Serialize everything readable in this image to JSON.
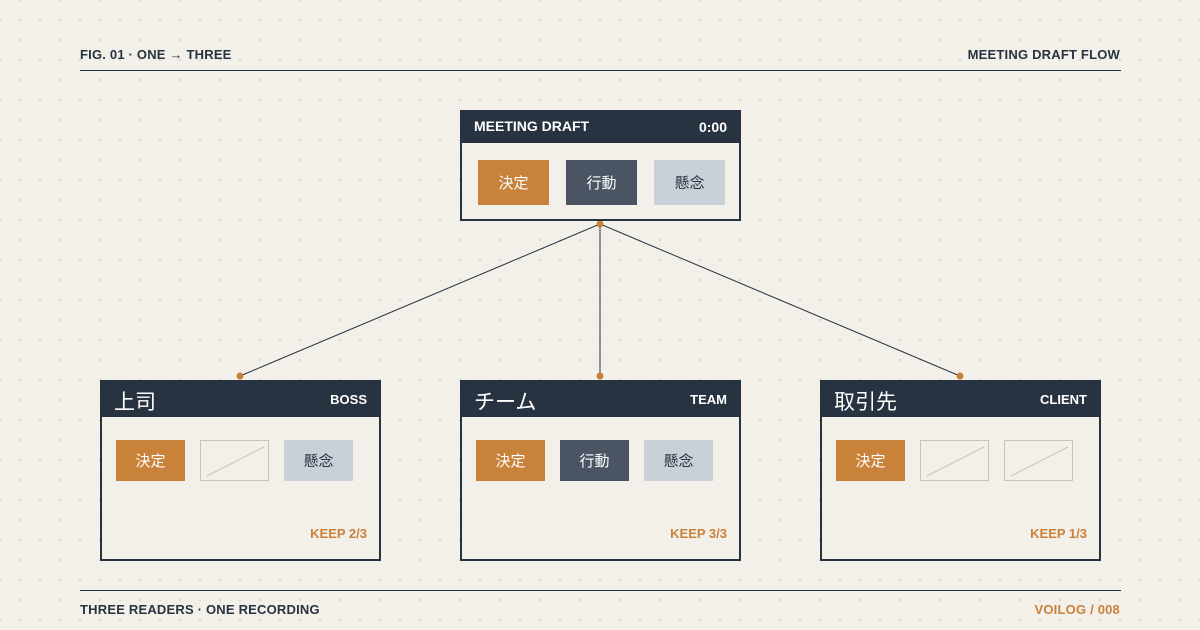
{
  "header": {
    "left": "FIG. 01 · ONE → THREE",
    "right": "MEETING DRAFT FLOW"
  },
  "footer": {
    "left": "THREE READERS · ONE RECORDING",
    "right": "VOILOG / 008"
  },
  "source": {
    "title": "MEETING DRAFT",
    "time": "0:00",
    "chips": [
      "決定",
      "行動",
      "懸念"
    ]
  },
  "readers": [
    {
      "title": "上司",
      "tag": "BOSS",
      "chips": [
        "決定",
        "",
        "懸念"
      ],
      "keep": "KEEP 2/3"
    },
    {
      "title": "チーム",
      "tag": "TEAM",
      "chips": [
        "決定",
        "行動",
        "懸念"
      ],
      "keep": "KEEP 3/3"
    },
    {
      "title": "取引先",
      "tag": "CLIENT",
      "chips": [
        "決定",
        "",
        ""
      ],
      "keep": "KEEP 1/3"
    }
  ],
  "colors": {
    "accent": "#c8823a",
    "dark": "#283341",
    "action": "#4a5463",
    "concern": "#c9d0d8",
    "background": "#f3f0ea"
  }
}
